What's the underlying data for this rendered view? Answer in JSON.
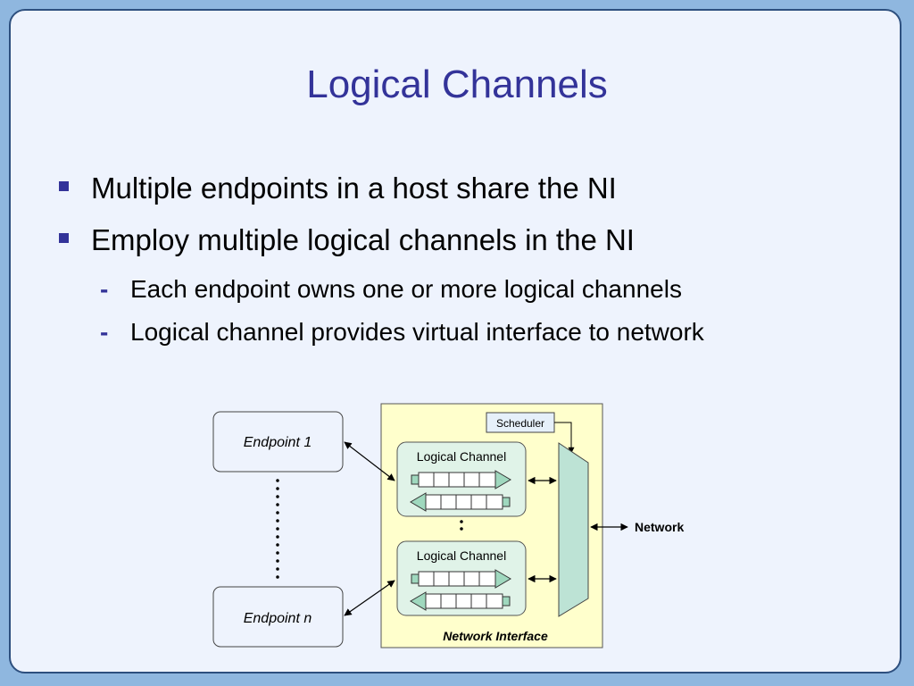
{
  "slide": {
    "title": "Logical Channels",
    "bullets": [
      {
        "text": "Multiple endpoints in a host share the NI"
      },
      {
        "text": "Employ multiple logical channels in the NI"
      }
    ],
    "sub_bullets": [
      {
        "text": "Each endpoint owns one or more logical channels"
      },
      {
        "text": "Logical channel provides virtual interface to network"
      }
    ],
    "sub_bullet_marker": "-"
  },
  "diagram": {
    "endpoint_top": "Endpoint 1",
    "endpoint_bottom": "Endpoint n",
    "scheduler": "Scheduler",
    "channel_top": "Logical Channel",
    "channel_bottom": "Logical Channel",
    "network_interface": "Network Interface",
    "network": "Network"
  },
  "colors": {
    "title": "#333399",
    "ni_box_fill": "#ffffcc",
    "channel_fill": "#e0f3e8",
    "mux_fill": "#bde3d5",
    "endpoint_fill": "#eef3fd"
  }
}
